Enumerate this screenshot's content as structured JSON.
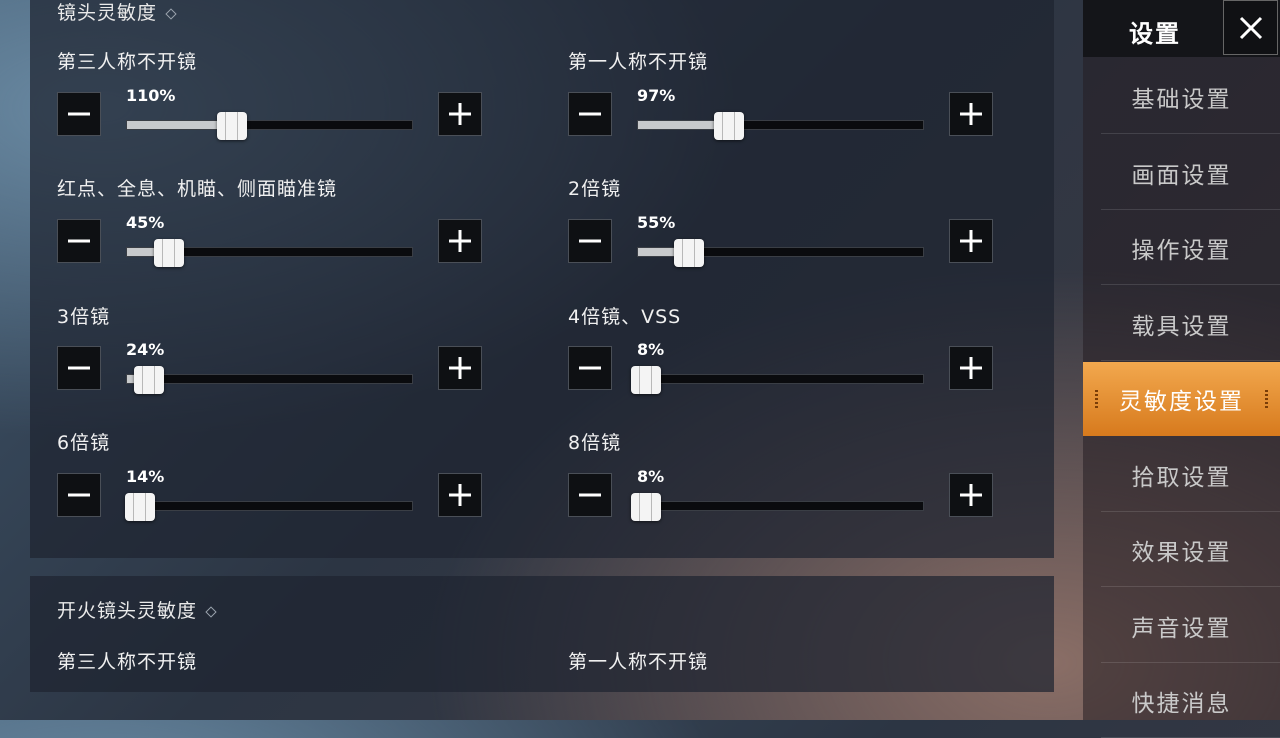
{
  "sections": {
    "camera": {
      "title": "镜头灵敏度",
      "sliders": [
        {
          "label": "第三人称不开镜",
          "value": "110%",
          "fraction": 0.37
        },
        {
          "label": "第一人称不开镜",
          "value": "97%",
          "fraction": 0.32
        },
        {
          "label": "红点、全息、机瞄、侧面瞄准镜",
          "value": "45%",
          "fraction": 0.15
        },
        {
          "label": "2倍镜",
          "value": "55%",
          "fraction": 0.18
        },
        {
          "label": "3倍镜",
          "value": "24%",
          "fraction": 0.08
        },
        {
          "label": "4倍镜、VSS",
          "value": "8%",
          "fraction": 0.03
        },
        {
          "label": "6倍镜",
          "value": "14%",
          "fraction": 0.05
        },
        {
          "label": "8倍镜",
          "value": "8%",
          "fraction": 0.03
        }
      ]
    },
    "fire": {
      "title": "开火镜头灵敏度",
      "labels": [
        "第三人称不开镜",
        "第一人称不开镜"
      ]
    }
  },
  "sidebar": {
    "title": "设置",
    "close_icon": "close-icon",
    "items": [
      {
        "label": "基础设置",
        "active": false
      },
      {
        "label": "画面设置",
        "active": false
      },
      {
        "label": "操作设置",
        "active": false
      },
      {
        "label": "载具设置",
        "active": false
      },
      {
        "label": "灵敏度设置",
        "active": true
      },
      {
        "label": "拾取设置",
        "active": false
      },
      {
        "label": "效果设置",
        "active": false
      },
      {
        "label": "声音设置",
        "active": false
      },
      {
        "label": "快捷消息",
        "active": false
      }
    ]
  },
  "colors": {
    "accent": "#e8922f",
    "slider_fill": "#c8cacc",
    "button_bg": "#0e1013"
  }
}
